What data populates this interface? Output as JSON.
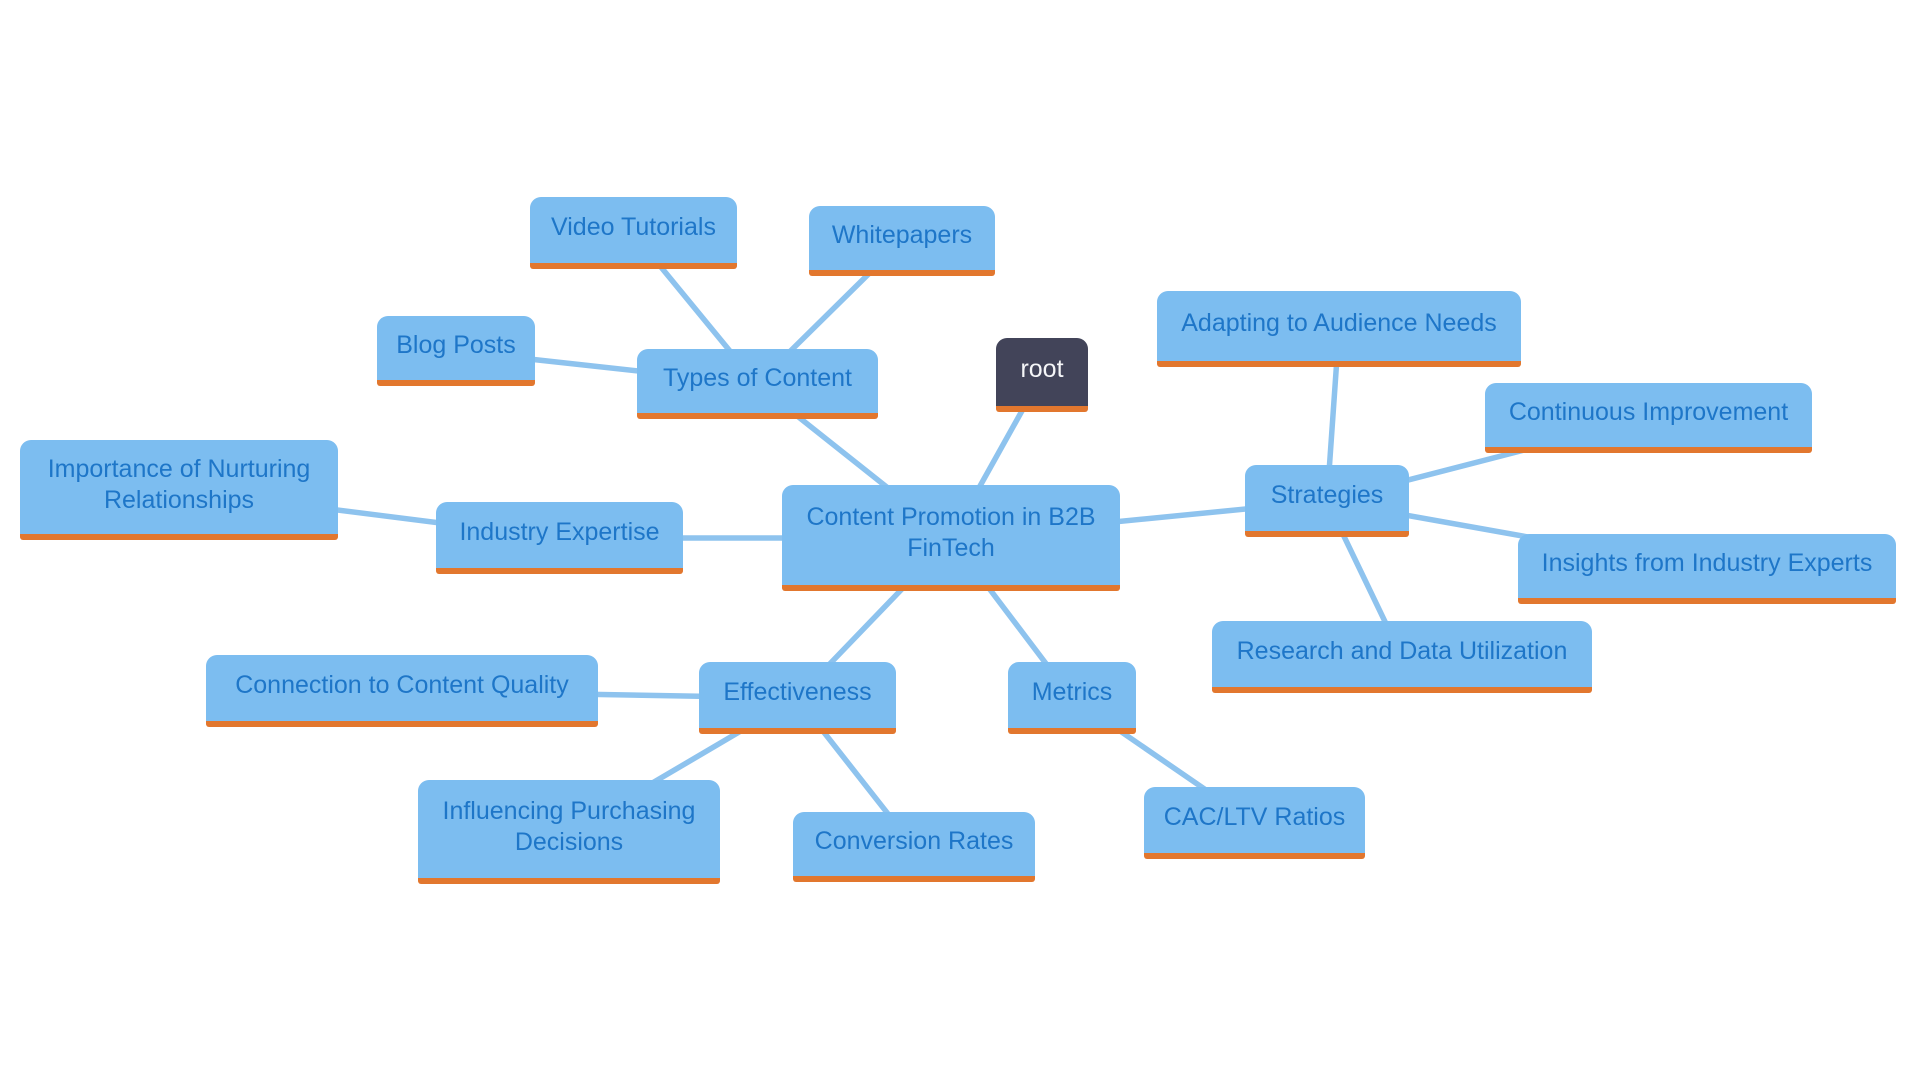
{
  "diagram_title": "Content Promotion in B2B FinTech mind map",
  "colors": {
    "node_fill": "#7cbdf0",
    "node_border": "#e2772e",
    "node_text": "#1e76c8",
    "root_fill": "#424459",
    "root_text": "#f5f6f8",
    "edge": "#8ec3ee",
    "background": "#ffffff"
  },
  "nodes": {
    "root": {
      "label": "root"
    },
    "center": {
      "label": "Content Promotion in B2B FinTech"
    },
    "types_of_content": {
      "label": "Types of Content"
    },
    "video_tutorials": {
      "label": "Video Tutorials"
    },
    "whitepapers": {
      "label": "Whitepapers"
    },
    "blog_posts": {
      "label": "Blog Posts"
    },
    "industry_expertise": {
      "label": "Industry Expertise"
    },
    "importance_of_nurturing_relationships": {
      "label": "Importance of Nurturing Relationships"
    },
    "strategies": {
      "label": "Strategies"
    },
    "adapting_to_audience_needs": {
      "label": "Adapting to Audience Needs"
    },
    "continuous_improvement": {
      "label": "Continuous Improvement"
    },
    "insights_from_industry_experts": {
      "label": "Insights from Industry Experts"
    },
    "research_and_data_utilization": {
      "label": "Research and Data Utilization"
    },
    "effectiveness": {
      "label": "Effectiveness"
    },
    "connection_to_content_quality": {
      "label": "Connection to Content Quality"
    },
    "influencing_purchasing_decisions": {
      "label": "Influencing Purchasing Decisions"
    },
    "conversion_rates": {
      "label": "Conversion Rates"
    },
    "metrics": {
      "label": "Metrics"
    },
    "cac_ltv_ratios": {
      "label": "CAC/LTV Ratios"
    }
  },
  "edges": [
    {
      "from": "root",
      "to": "center"
    },
    {
      "from": "center",
      "to": "types_of_content"
    },
    {
      "from": "center",
      "to": "industry_expertise"
    },
    {
      "from": "center",
      "to": "strategies"
    },
    {
      "from": "center",
      "to": "effectiveness"
    },
    {
      "from": "center",
      "to": "metrics"
    },
    {
      "from": "types_of_content",
      "to": "video_tutorials"
    },
    {
      "from": "types_of_content",
      "to": "whitepapers"
    },
    {
      "from": "types_of_content",
      "to": "blog_posts"
    },
    {
      "from": "industry_expertise",
      "to": "importance_of_nurturing_relationships"
    },
    {
      "from": "strategies",
      "to": "adapting_to_audience_needs"
    },
    {
      "from": "strategies",
      "to": "continuous_improvement"
    },
    {
      "from": "strategies",
      "to": "insights_from_industry_experts"
    },
    {
      "from": "strategies",
      "to": "research_and_data_utilization"
    },
    {
      "from": "effectiveness",
      "to": "connection_to_content_quality"
    },
    {
      "from": "effectiveness",
      "to": "influencing_purchasing_decisions"
    },
    {
      "from": "effectiveness",
      "to": "conversion_rates"
    },
    {
      "from": "metrics",
      "to": "cac_ltv_ratios"
    }
  ]
}
